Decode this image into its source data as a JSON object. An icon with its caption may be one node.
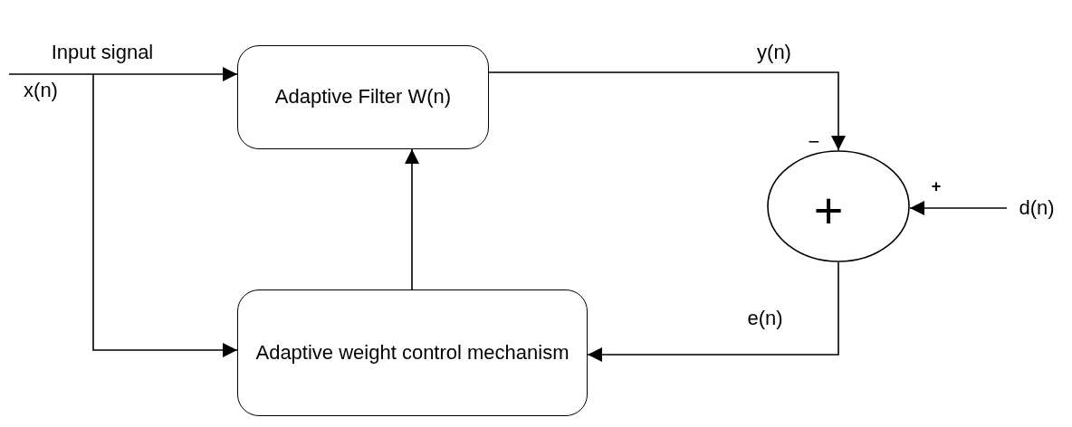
{
  "diagram": {
    "nodes": [
      {
        "text": [
          "Adaptive Filter W(n)"
        ]
      },
      {
        "text": [
          "Adaptive weight control mechanism"
        ]
      },
      {
        "text": [
          "+"
        ]
      },
      {
        "text": [
          "d(n)"
        ]
      }
    ],
    "edges": [
      {
        "from": null,
        "to": 0,
        "arrow": "to",
        "label": "Input signal"
      },
      {
        "from": null,
        "to": 1,
        "arrow": "to"
      },
      {
        "from": 1,
        "to": 0,
        "arrow": "to"
      },
      {
        "from": 0,
        "to": 2,
        "arrow": "to",
        "label": "y(n)"
      },
      {
        "from": 3,
        "to": 2,
        "arrow": "to"
      },
      {
        "from": 2,
        "to": 1,
        "arrow": "to",
        "label": "e(n)"
      }
    ],
    "labels": [
      "x(n)",
      "−",
      "+"
    ]
  }
}
